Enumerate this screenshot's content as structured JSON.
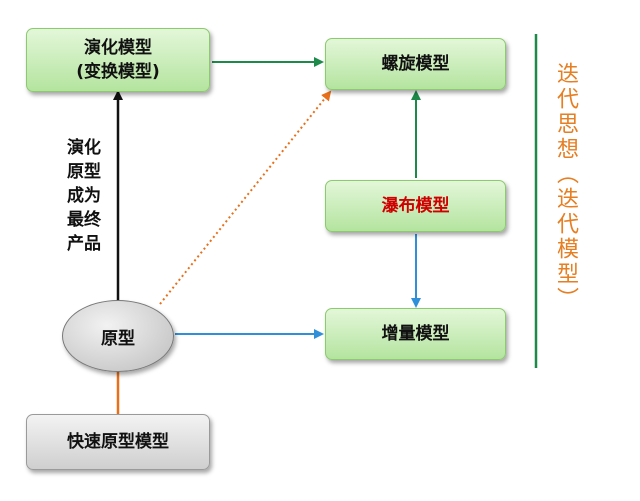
{
  "nodes": {
    "evolution": {
      "line1": "演化模型",
      "line2": "(变换模型)"
    },
    "spiral": "螺旋模型",
    "waterfall": "瀑布模型",
    "incremental": "增量模型",
    "prototype": "原型",
    "rapid_prototype": "快速原型模型"
  },
  "edge_label": {
    "lines": [
      "演化",
      "原型",
      "成为",
      "最终",
      "产品"
    ]
  },
  "sidebar_label": "迭代思想（迭代模型）",
  "colors": {
    "green_arrow": "#1e8a4a",
    "blue_arrow": "#2f8fd8",
    "orange_line": "#e8701a",
    "black_arrow": "#111111",
    "sidebar_text": "#e67e22",
    "highlight_text": "#d00000"
  }
}
